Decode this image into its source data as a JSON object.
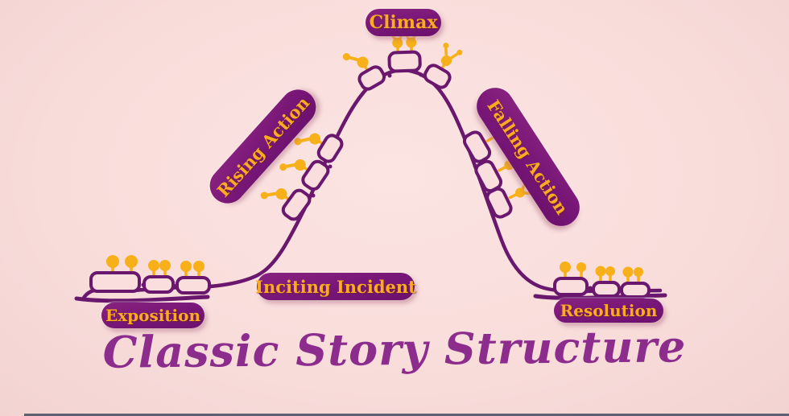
{
  "title": "Classic Story Structure",
  "diagram": {
    "kind": "story-arc-rollercoaster",
    "stages": [
      {
        "id": "exposition",
        "label": "Exposition"
      },
      {
        "id": "inciting-incident",
        "label": "Inciting Incident"
      },
      {
        "id": "rising-action",
        "label": "Rising Action"
      },
      {
        "id": "climax",
        "label": "Climax"
      },
      {
        "id": "falling-action",
        "label": "Falling Action"
      },
      {
        "id": "resolution",
        "label": "Resolution"
      }
    ],
    "icons": {
      "track": "rollercoaster-track-curve",
      "car": "coaster-car-icon",
      "rider": "rider-icon"
    }
  },
  "colors": {
    "background_pink": "#f9dedd",
    "pill_purple": "#7a1878",
    "track_purple": "#6a176e",
    "label_gold": "#fbab1f",
    "rider_gold": "#f7b019",
    "title_purple": "#8c2c8c",
    "bottom_edge": "#454a5e"
  }
}
